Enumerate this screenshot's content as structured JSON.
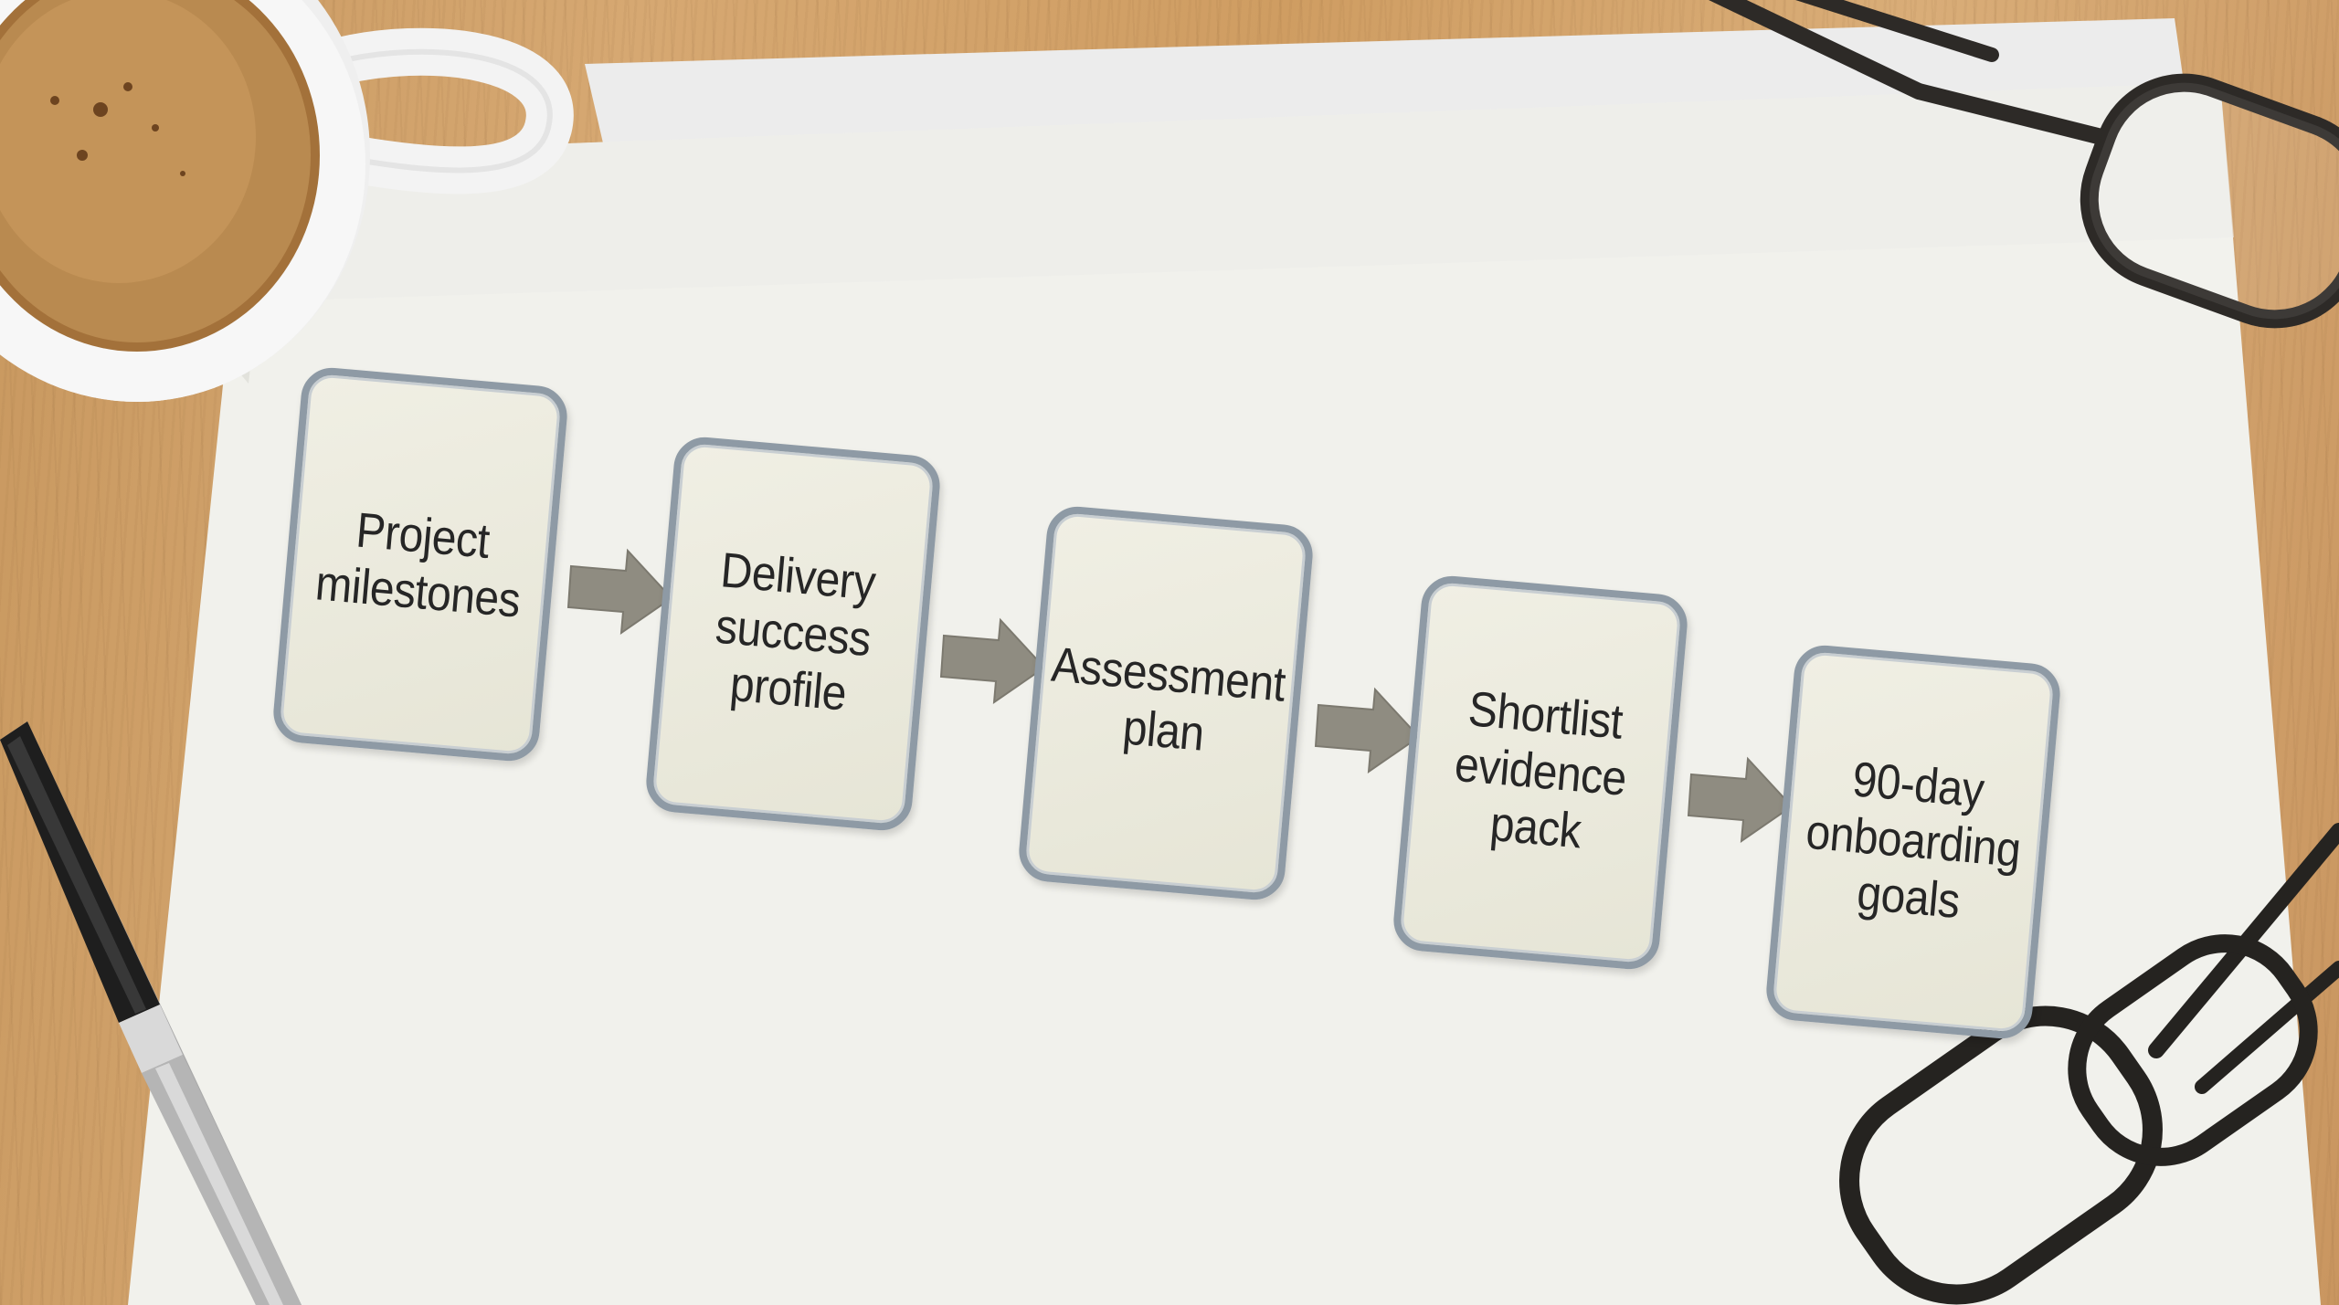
{
  "steps": [
    {
      "label": "Project\nmilestones"
    },
    {
      "label": "Delivery\nsuccess\nprofile"
    },
    {
      "label": "Assessment\nplan"
    },
    {
      "label": "Shortlist\nevidence\npack"
    },
    {
      "label": "90-day\nonboarding\ngoals"
    }
  ],
  "colors": {
    "desk": "#d2a26a",
    "paper": "#f2f2ee",
    "box_border": "#8e9aa5",
    "box_fill": "#ecebdf",
    "arrow": "#8f8c81",
    "text": "#262626"
  }
}
